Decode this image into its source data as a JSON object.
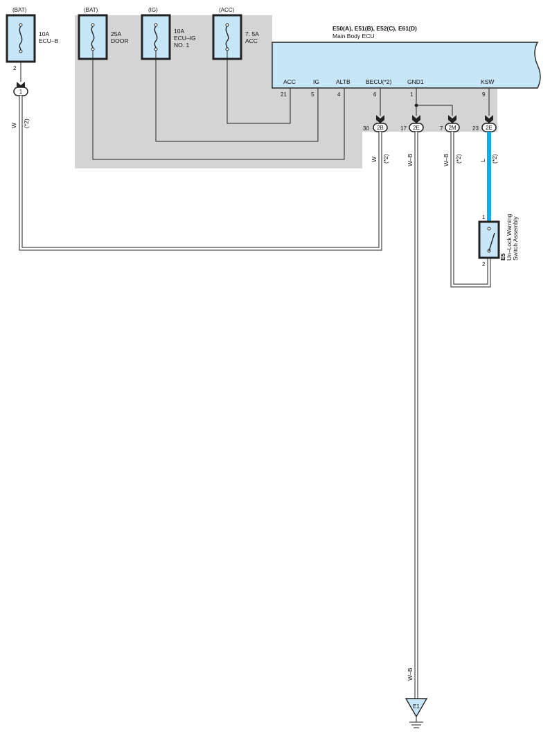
{
  "ecu": {
    "connectors": "E50(A), E51(B), E52(C), E61(D)",
    "name": "Main Body ECU",
    "pins": [
      {
        "label": "ACC",
        "num": "21"
      },
      {
        "label": "IG",
        "num": "5"
      },
      {
        "label": "ALTB",
        "num": "4"
      },
      {
        "label": "BECU(*2)",
        "num": "6"
      },
      {
        "label": "GND1",
        "num": "1"
      },
      {
        "label": "KSW",
        "num": "9"
      }
    ]
  },
  "fuses": [
    {
      "source": "(BAT)",
      "line1": "10A",
      "line2": "ECU–B",
      "line3": "",
      "pin": "2"
    },
    {
      "source": "(BAT)",
      "line1": "25A",
      "line2": "DOOR",
      "line3": ""
    },
    {
      "source": "(IG)",
      "line1": "10A",
      "line2": "ECU–IG",
      "line3": "NO. 1"
    },
    {
      "source": "(ACC)",
      "line1": "7. 5A",
      "line2": "ACC",
      "line3": ""
    }
  ],
  "connectors": [
    {
      "code": "1"
    },
    {
      "code": "2B",
      "pin": "30"
    },
    {
      "code": "2E",
      "pin": "17"
    },
    {
      "code": "2M",
      "pin": "7"
    },
    {
      "code": "2E",
      "pin": "23"
    }
  ],
  "wires": {
    "left_color": "W",
    "left_note": "(*2)",
    "becu_color": "W",
    "becu_note": "(*2)",
    "gnd_color": "W–B",
    "gnd_color_bottom": "W–B",
    "gm_color": "W–B",
    "gm_note": "(*2)",
    "ksw_color": "L",
    "ksw_note": "(*2)"
  },
  "switch": {
    "code": "E5",
    "name1": "Un–Lock Warning",
    "name2": "Switch Assembly",
    "pin_top": "1",
    "pin_bottom": "2"
  },
  "ground": {
    "label": "E1"
  },
  "colors": {
    "component_fill": "#c7e6f8",
    "block_gray": "#d4d4d4",
    "blue_wire": "#1aa8e6"
  }
}
